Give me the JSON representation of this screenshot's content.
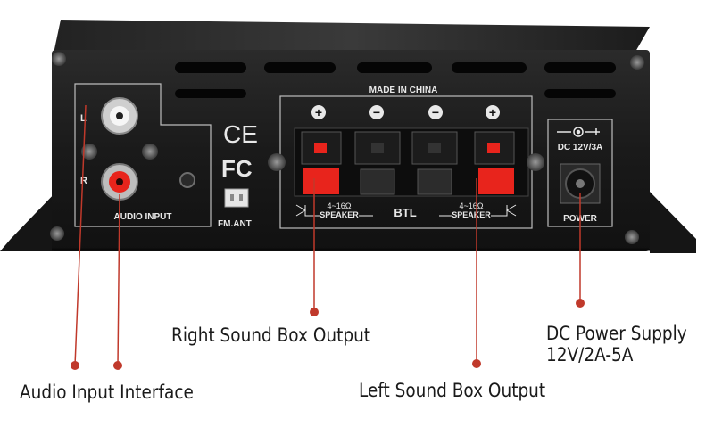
{
  "device_labels": {
    "made_in": "MADE IN CHINA",
    "plus": "+",
    "minus": "−",
    "ce": "CE",
    "fc": "FC",
    "left": "L",
    "right": "R",
    "audio_input": "AUDIO INPUT",
    "fm_ant": "FM.ANT",
    "speaker_ohm": "4~16Ω",
    "speaker": "SPEAKER",
    "btl": "BTL",
    "dc_rating": "DC 12V/3A",
    "power": "POWER"
  },
  "callouts": {
    "audio_input": "Audio Input Interface",
    "right_output": "Right Sound Box Output",
    "left_output": "Left Sound Box Output",
    "dc_supply_line1": "DC Power Supply",
    "dc_supply_line2": "12V/2A-5A"
  },
  "colors": {
    "body": "#1b1b1b",
    "panel": "#232323",
    "accent_red": "#e8241c",
    "leader_red": "#c0392b",
    "label_text": "#e8e8e8"
  },
  "icons": [
    "screw-icon",
    "rca-jack-icon",
    "speaker-clip-icon",
    "dc-jack-icon",
    "polarity-icon"
  ]
}
